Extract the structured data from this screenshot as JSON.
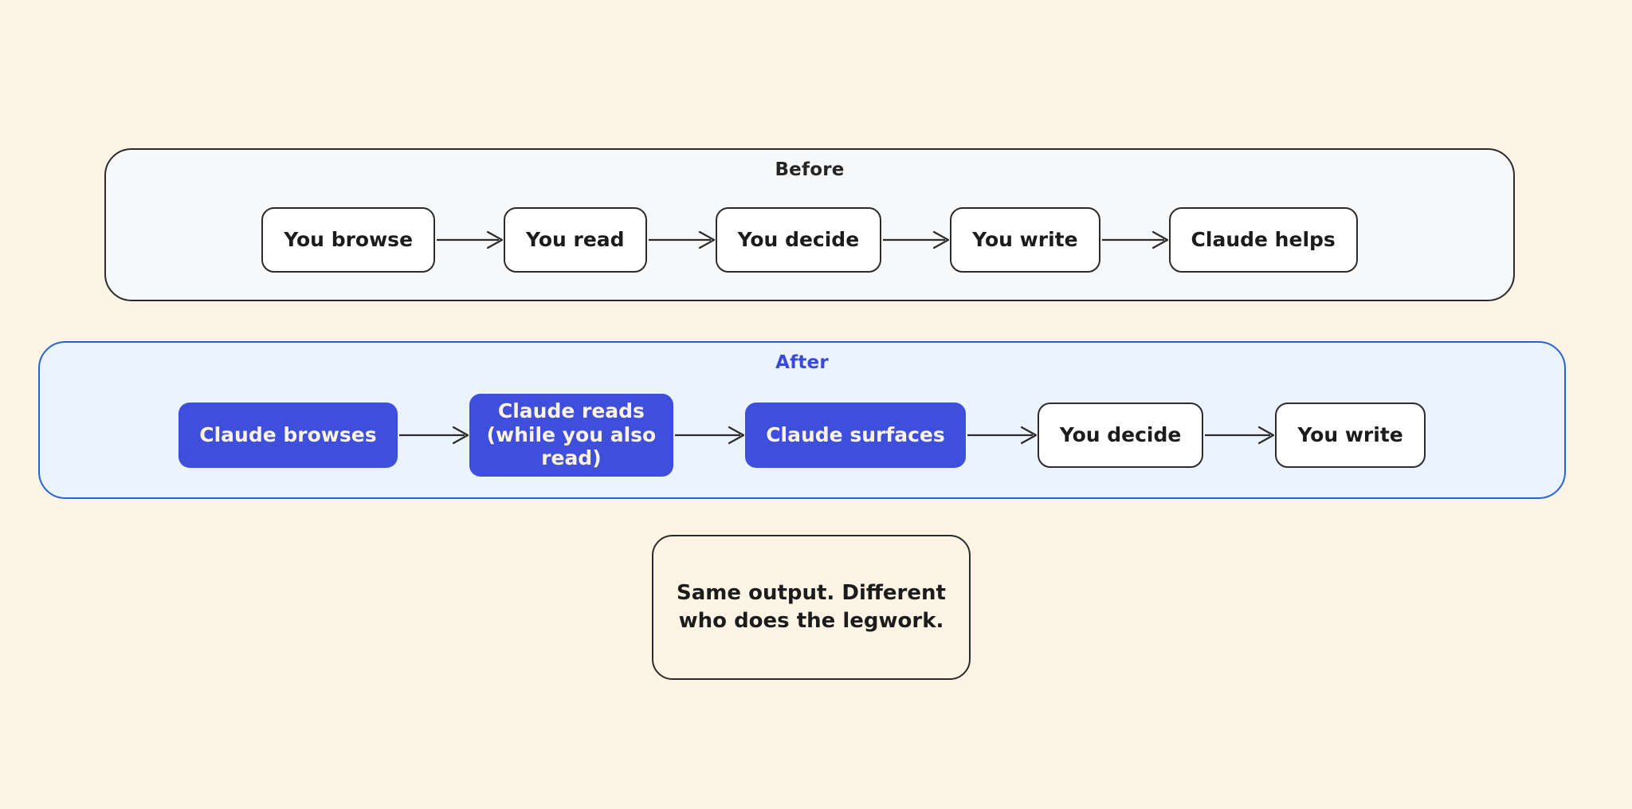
{
  "page": {
    "background_color": "#FDF4E6",
    "accent_blue": "#3D4FDB",
    "border_blue": "#2563D9",
    "ink": "#1C1C1C"
  },
  "before": {
    "title": "Before",
    "container_fill": "#F7F8F9",
    "nodes": [
      {
        "label": "You browse",
        "style": "plain"
      },
      {
        "label": "You read",
        "style": "plain"
      },
      {
        "label": "You decide",
        "style": "plain"
      },
      {
        "label": "You write",
        "style": "plain"
      },
      {
        "label": "Claude helps",
        "style": "plain"
      }
    ]
  },
  "after": {
    "title": "After",
    "container_fill": "#EAF3FE",
    "nodes": [
      {
        "label": "Claude browses",
        "style": "accent"
      },
      {
        "label": "Claude reads\n(while you also\nread)",
        "style": "accent"
      },
      {
        "label": "Claude surfaces",
        "style": "accent"
      },
      {
        "label": "You decide",
        "style": "plain"
      },
      {
        "label": "You write",
        "style": "plain"
      }
    ]
  },
  "caption": {
    "text": "Same output. Different who does the legwork."
  },
  "icons": {
    "arrow": "arrow-right-icon"
  }
}
